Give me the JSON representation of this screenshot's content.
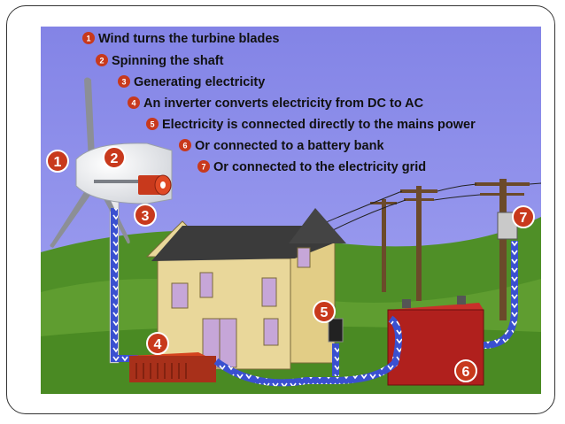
{
  "steps": [
    {
      "num": "1",
      "text": "Wind turns the turbine blades"
    },
    {
      "num": "2",
      "text": "Spinning the shaft"
    },
    {
      "num": "3",
      "text": "Generating electricity"
    },
    {
      "num": "4",
      "text": "An inverter converts electricity from DC to AC"
    },
    {
      "num": "5",
      "text": "Electricity is connected directly to the mains power"
    },
    {
      "num": "6",
      "text": "Or connected to a battery bank"
    },
    {
      "num": "7",
      "text": "Or connected to the electricity grid"
    }
  ],
  "markers": {
    "blades": "1",
    "shaft": "2",
    "generator": "3",
    "inverter": "4",
    "mains": "5",
    "battery": "6",
    "grid": "7"
  },
  "colors": {
    "sky": "#8f90ec",
    "hill_dark": "#3f7a1f",
    "hill_light": "#6aa536",
    "badge": "#c8391c",
    "wire": "#3a50d0",
    "house_wall": "#e9d79a",
    "roof": "#3b3b3b",
    "battery": "#b0201d"
  }
}
